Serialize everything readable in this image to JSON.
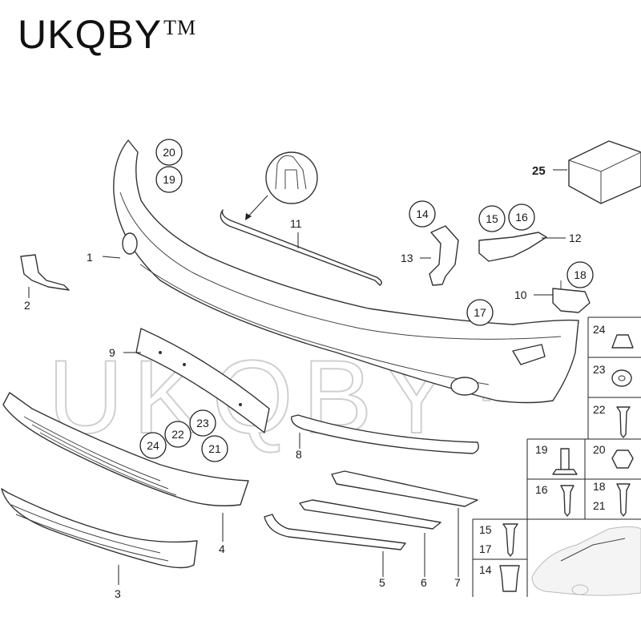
{
  "brand": {
    "name": "UKQBY",
    "trademark": "TM"
  },
  "watermark": "UKQBY™",
  "diagram": {
    "callouts": [
      {
        "id": "c20a",
        "number": "20"
      },
      {
        "id": "c19a",
        "number": "19"
      },
      {
        "id": "c14a",
        "number": "14"
      },
      {
        "id": "c15a",
        "number": "15"
      },
      {
        "id": "c16a",
        "number": "16"
      },
      {
        "id": "c18a",
        "number": "18"
      },
      {
        "id": "c17a",
        "number": "17"
      },
      {
        "id": "c23a",
        "number": "23"
      },
      {
        "id": "c22a",
        "number": "22"
      },
      {
        "id": "c24a",
        "number": "24"
      },
      {
        "id": "c21a",
        "number": "21"
      }
    ],
    "labels": [
      {
        "id": "l1",
        "number": "1"
      },
      {
        "id": "l2",
        "number": "2"
      },
      {
        "id": "l3",
        "number": "3"
      },
      {
        "id": "l4",
        "number": "4"
      },
      {
        "id": "l5",
        "number": "5"
      },
      {
        "id": "l6",
        "number": "6"
      },
      {
        "id": "l7",
        "number": "7"
      },
      {
        "id": "l8",
        "number": "8"
      },
      {
        "id": "l9",
        "number": "9"
      },
      {
        "id": "l10",
        "number": "10"
      },
      {
        "id": "l11",
        "number": "11"
      },
      {
        "id": "l12",
        "number": "12"
      },
      {
        "id": "l13",
        "number": "13"
      },
      {
        "id": "l25",
        "number": "25"
      }
    ],
    "hardware_grid": [
      {
        "id": "g24",
        "number": "24"
      },
      {
        "id": "g23",
        "number": "23"
      },
      {
        "id": "g22",
        "number": "22"
      },
      {
        "id": "g19",
        "number": "19"
      },
      {
        "id": "g20",
        "number": "20"
      },
      {
        "id": "g16",
        "number": "16"
      },
      {
        "id": "g18",
        "number": "18"
      },
      {
        "id": "g21",
        "number": "21"
      },
      {
        "id": "g15",
        "number": "15"
      },
      {
        "id": "g17",
        "number": "17"
      },
      {
        "id": "g14",
        "number": "14"
      }
    ]
  }
}
